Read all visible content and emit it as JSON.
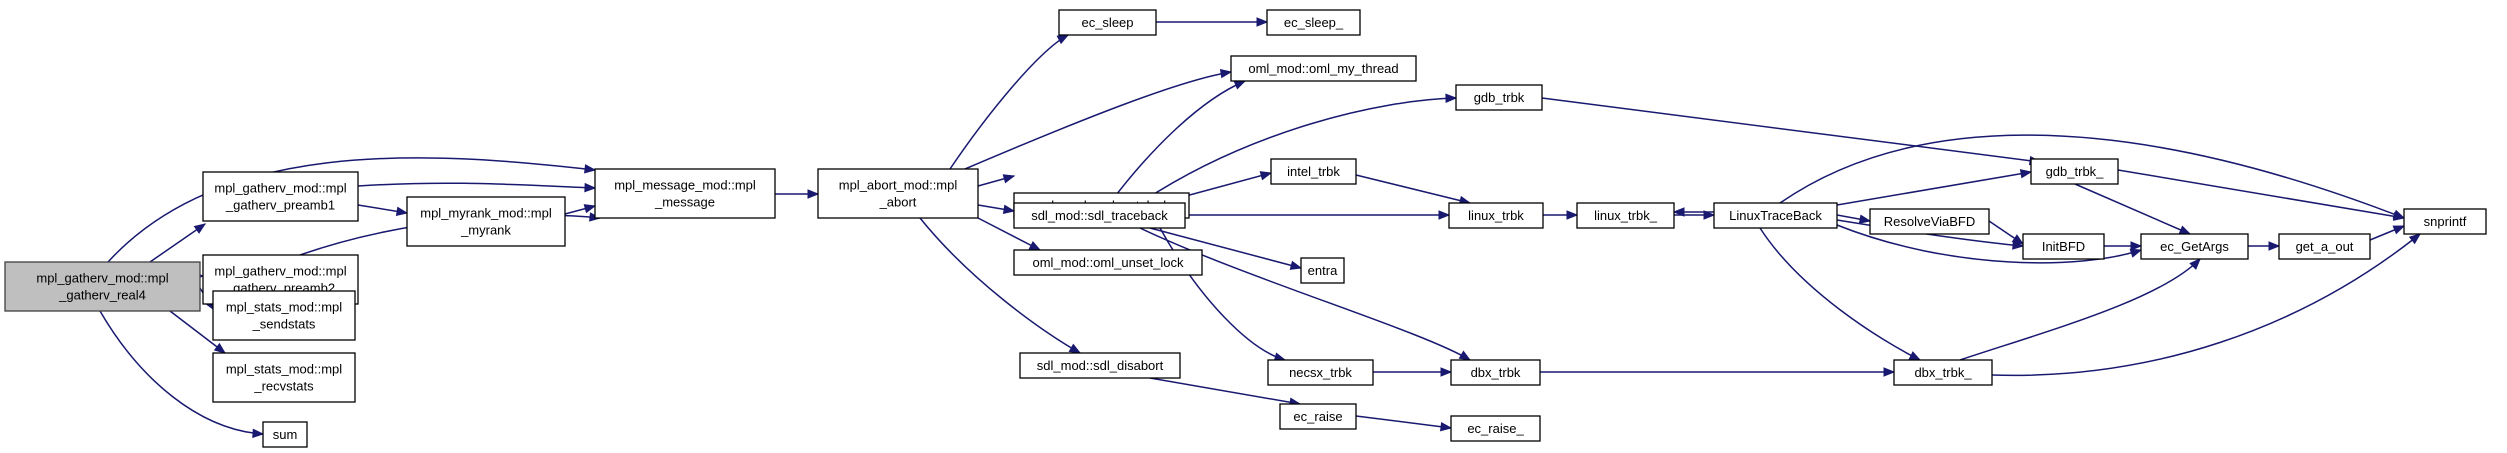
{
  "graph": {
    "nodes": [
      {
        "id": "mpl_gatherv_real4",
        "lines": [
          "mpl_gatherv_mod::mpl",
          "_gatherv_real4"
        ]
      },
      {
        "id": "mpl_gatherv_preamb1",
        "lines": [
          "mpl_gatherv_mod::mpl",
          "_gatherv_preamb1"
        ]
      },
      {
        "id": "mpl_gatherv_preamb2",
        "lines": [
          "mpl_gatherv_mod::mpl",
          "_gatherv_preamb2"
        ]
      },
      {
        "id": "mpl_message",
        "lines": [
          "mpl_message_mod::mpl",
          "_message"
        ]
      },
      {
        "id": "mpl_myrank",
        "lines": [
          "mpl_myrank_mod::mpl",
          "_myrank"
        ]
      },
      {
        "id": "mpl_sendstats",
        "lines": [
          "mpl_stats_mod::mpl",
          "_sendstats"
        ]
      },
      {
        "id": "mpl_recvstats",
        "lines": [
          "mpl_stats_mod::mpl",
          "_recvstats"
        ]
      },
      {
        "id": "sum",
        "lines": [
          "sum"
        ]
      },
      {
        "id": "mpl_abort",
        "lines": [
          "mpl_abort_mod::mpl",
          "_abort"
        ]
      },
      {
        "id": "ec_sleep",
        "lines": [
          "ec_sleep"
        ]
      },
      {
        "id": "ec_sleep_",
        "lines": [
          "ec_sleep_"
        ]
      },
      {
        "id": "oml_my_thread",
        "lines": [
          "oml_mod::oml_my_thread"
        ]
      },
      {
        "id": "oml_set_lock",
        "lines": [
          "oml_mod::oml_set_lock"
        ]
      },
      {
        "id": "sdl_traceback",
        "lines": [
          "sdl_mod::sdl_traceback"
        ]
      },
      {
        "id": "oml_unset_lock",
        "lines": [
          "oml_mod::oml_unset_lock"
        ]
      },
      {
        "id": "sdl_disabort",
        "lines": [
          "sdl_mod::sdl_disabort"
        ]
      },
      {
        "id": "gdb_trbk",
        "lines": [
          "gdb_trbk"
        ]
      },
      {
        "id": "intel_trbk",
        "lines": [
          "intel_trbk"
        ]
      },
      {
        "id": "linux_trbk",
        "lines": [
          "linux_trbk"
        ]
      },
      {
        "id": "linux_trbk_",
        "lines": [
          "linux_trbk_"
        ]
      },
      {
        "id": "entra",
        "lines": [
          "entra"
        ]
      },
      {
        "id": "necsx_trbk",
        "lines": [
          "necsx_trbk"
        ]
      },
      {
        "id": "dbx_trbk",
        "lines": [
          "dbx_trbk"
        ]
      },
      {
        "id": "ec_raise",
        "lines": [
          "ec_raise"
        ]
      },
      {
        "id": "ec_raise_",
        "lines": [
          "ec_raise_"
        ]
      },
      {
        "id": "LinuxTraceBack",
        "lines": [
          "LinuxTraceBack"
        ]
      },
      {
        "id": "gdb_trbk_",
        "lines": [
          "gdb_trbk_"
        ]
      },
      {
        "id": "ResolveViaBFD",
        "lines": [
          "ResolveViaBFD"
        ]
      },
      {
        "id": "InitBFD",
        "lines": [
          "InitBFD"
        ]
      },
      {
        "id": "ec_GetArgs",
        "lines": [
          "ec_GetArgs"
        ]
      },
      {
        "id": "dbx_trbk_",
        "lines": [
          "dbx_trbk_"
        ]
      },
      {
        "id": "get_a_out",
        "lines": [
          "get_a_out"
        ]
      },
      {
        "id": "snprintf",
        "lines": [
          "snprintf"
        ]
      }
    ]
  }
}
